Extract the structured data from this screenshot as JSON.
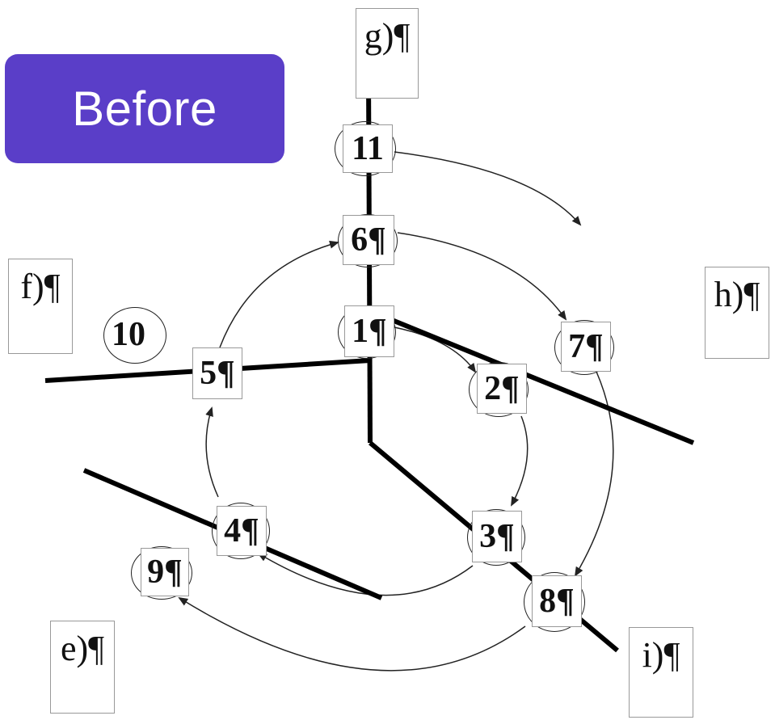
{
  "badge": {
    "label": "Before",
    "color": "#5a3ec8"
  },
  "labels": {
    "e": "e)¶",
    "f": "f)¶",
    "g": "g)¶",
    "h": "h)¶",
    "i": "i)¶"
  },
  "nodes": {
    "n1": "1¶",
    "n2": "2¶",
    "n3": "3¶",
    "n4": "4¶",
    "n5": "5¶",
    "n6": "6¶",
    "n7": "7¶",
    "n8": "8¶",
    "n9": "9¶",
    "n10": "10",
    "n11": "11"
  }
}
